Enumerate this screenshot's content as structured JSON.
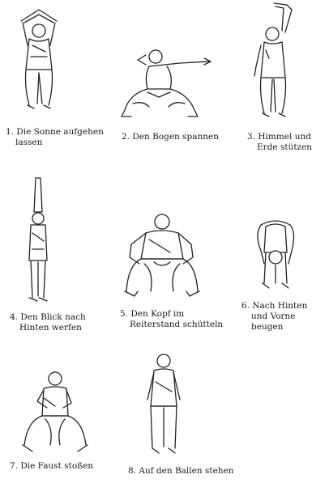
{
  "exercises": [
    {
      "line1": "1. Die Sonne aufgehen",
      "line2": "lassen"
    },
    {
      "line1": "2. Den Bogen spannen",
      "line2": ""
    },
    {
      "line1": "3. Himmel und",
      "line2": "Erde stützen"
    },
    {
      "line1": "4. Den Blick nach",
      "line2": "Hinten werfen"
    },
    {
      "line1": "5. Den Kopf im",
      "line2": "Reiterstand schütteln"
    },
    {
      "line1": "6. Nach Hinten",
      "line2": "und Vorne",
      "line3": "beugen"
    },
    {
      "line1": "7. Die Faust stoßen",
      "line2": ""
    },
    {
      "line1": "8. Auf den Ballen stehen",
      "line2": ""
    }
  ]
}
